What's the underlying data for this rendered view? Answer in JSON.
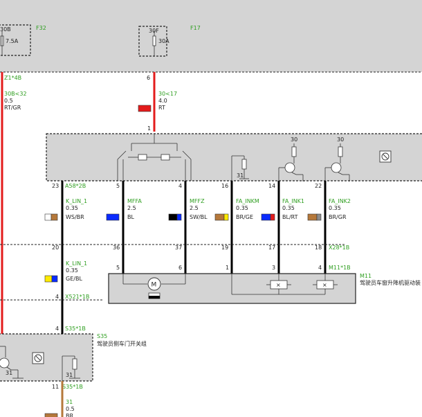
{
  "fuses": {
    "left": {
      "pin": "30B",
      "rating": "7.5A",
      "id": "F32"
    },
    "right": {
      "pin": "30F",
      "rating": "30A",
      "id": "F17"
    }
  },
  "top_box": {
    "left_connector": "Z1*4B",
    "right_pin": "6",
    "left_wire": {
      "code": "30B<32",
      "size": "0.5",
      "color": "RT/GR"
    },
    "right_wire": {
      "code": "30<17",
      "size": "4.0",
      "color": "RT"
    },
    "bottom_pin": "1"
  },
  "module_labels": {
    "relay_pin_30a": "30",
    "relay_pin_30b": "30",
    "ground_pin": "31"
  },
  "upper_pins": [
    "23",
    "5",
    "4",
    "16",
    "14",
    "22"
  ],
  "upper_connector_left": "A58*2B",
  "wires": [
    {
      "name": "K_LIN_1",
      "size": "0.35",
      "color": "WS/BR"
    },
    {
      "name": "MFFA",
      "size": "2.5",
      "color": "BL"
    },
    {
      "name": "MFFZ",
      "size": "2.5",
      "color": "SW/BL"
    },
    {
      "name": "FA_INKM",
      "size": "0.35",
      "color": "BR/GE"
    },
    {
      "name": "FA_INK1",
      "size": "0.35",
      "color": "BL/RT"
    },
    {
      "name": "FA_INK2",
      "size": "0.35",
      "color": "BR/GR"
    }
  ],
  "mid_pins": [
    "20",
    "36",
    "37",
    "19",
    "17",
    "18"
  ],
  "mid_connector": "X28*1B",
  "lower_wire": {
    "name": "K_LIN_1",
    "size": "0.35",
    "color": "GE/BL"
  },
  "x521": {
    "pin": "4",
    "connector": "X521*1B"
  },
  "m11": {
    "pins": [
      "5",
      "6",
      "1",
      "3",
      "4"
    ],
    "connector": "M11*1B",
    "id": "M11",
    "desc": "驾驶员车窗升降机驱动装"
  },
  "s35": {
    "top_pin": "4",
    "top_connector": "S35*1B",
    "id": "S35",
    "desc": "驾驶员侧车门开关组",
    "pin_31a": "31",
    "pin_31b": "31",
    "bottom_pin": "11",
    "bottom_connector": "S35*1B",
    "bottom_wire": {
      "code": "31",
      "size": "0.5",
      "color": "BR"
    }
  },
  "colors": {
    "red": "#e31b1b",
    "blue": "#0a2bff",
    "black": "#000000",
    "brown": "#b5783a",
    "white": "#ffffff",
    "yellow": "#ffea00",
    "gray": "#8c8c8c",
    "green_label": "#2e9e1f",
    "box_fill": "#d4d4d4"
  }
}
